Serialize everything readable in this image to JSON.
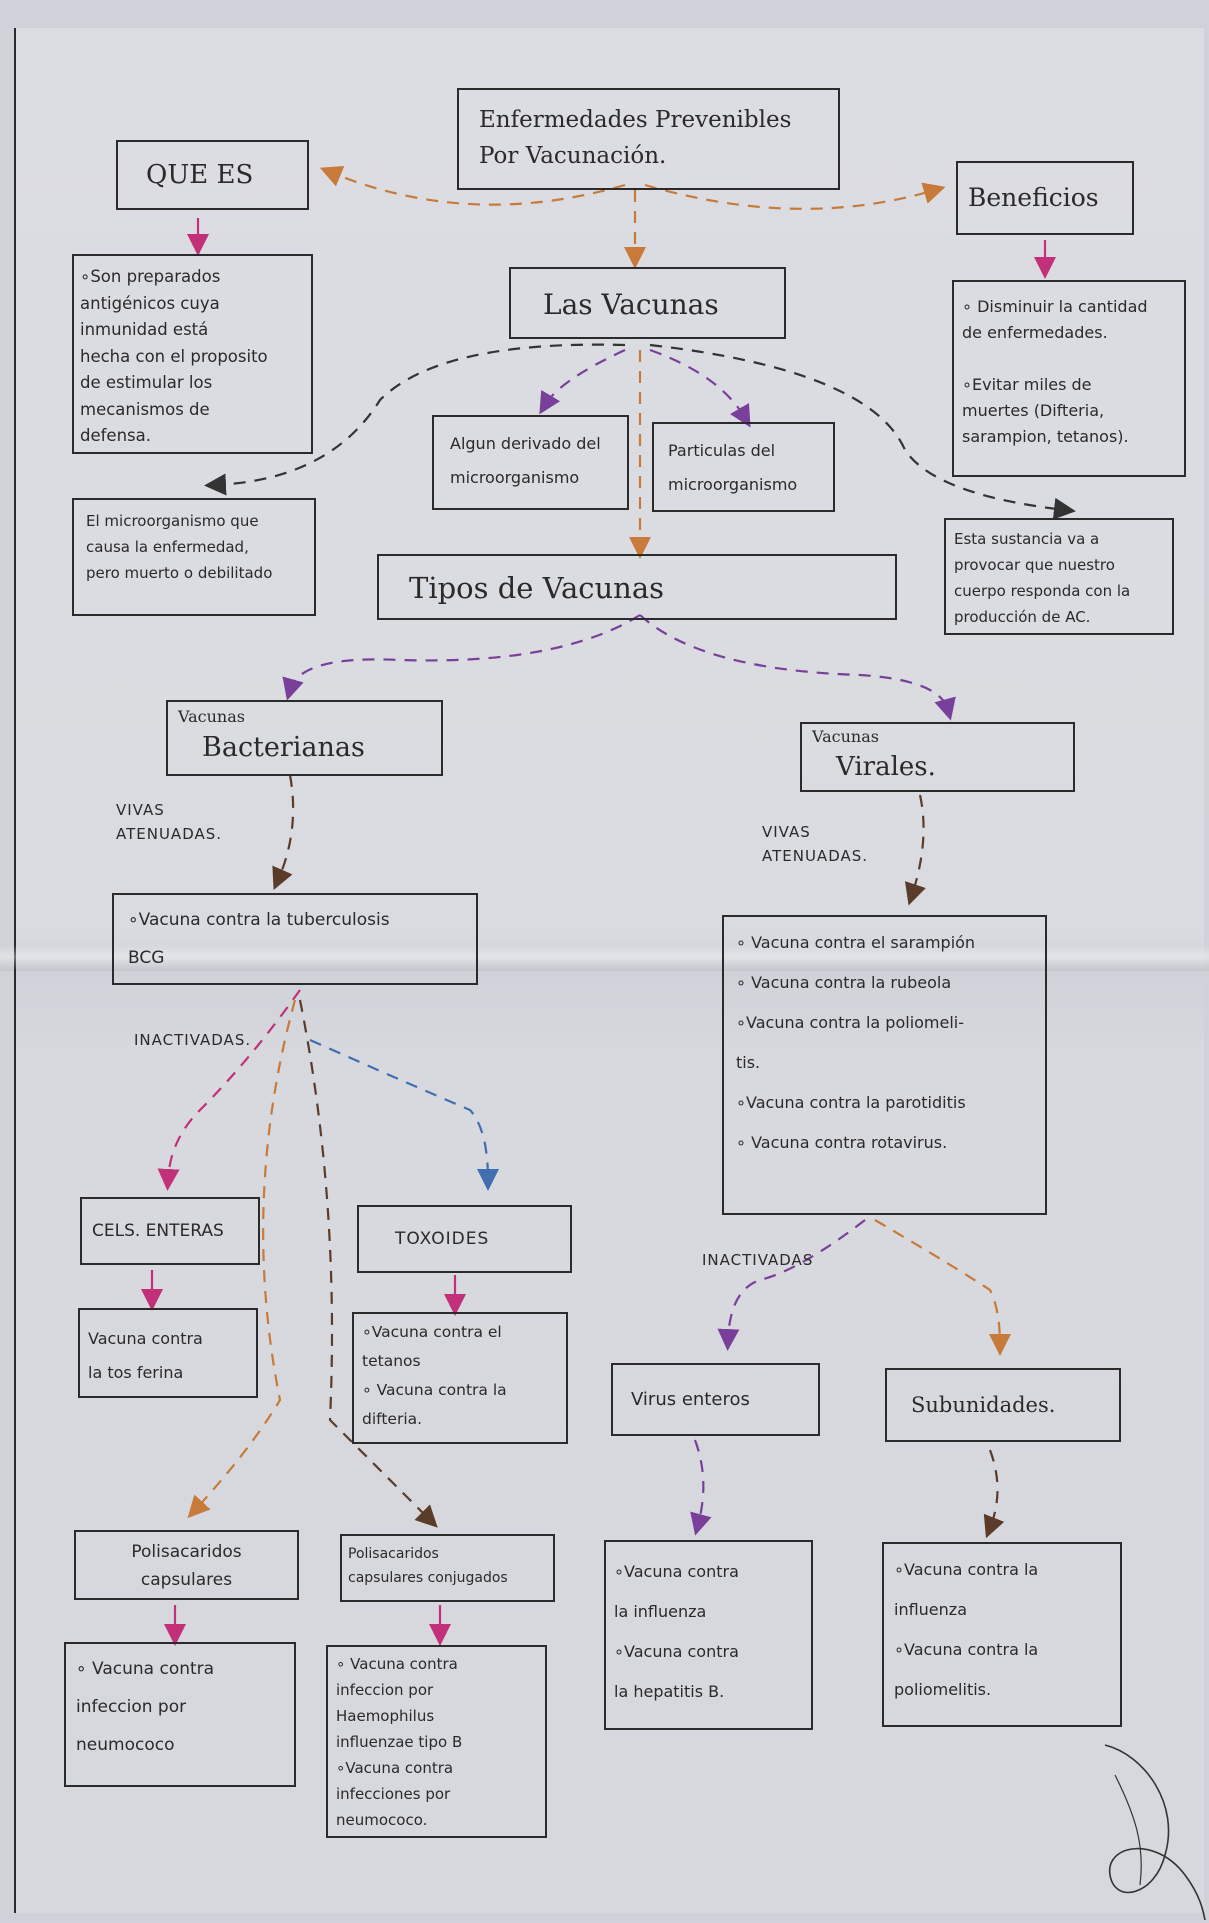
{
  "colors": {
    "orange": "#c77a3a",
    "magenta": "#c2307a",
    "purple": "#7a3f9a",
    "blue": "#3f6fb0",
    "brown": "#5b3b2a"
  },
  "main_title": "Enfermedades Prevenibles\nPor Vacunación.",
  "que_es": {
    "title": "QUE ES",
    "text": "∘Son preparados\nantigénicos cuya\ninmunidad está\nhecha con el proposito\nde estimular los\nmecanismos de\ndefensa."
  },
  "beneficios": {
    "title": "Beneficios",
    "text": "∘ Disminuir la cantidad\nde enfermedades.\n\n∘Evitar miles de\nmuertes (Difteria,\nsarampion, tetanos)."
  },
  "vacunas": {
    "title": "Las Vacunas"
  },
  "algun": "Algun derivado del\nmicroorganismo",
  "particulas": "Particulas del\nmicroorganismo",
  "microorganismo": "El microorganismo que\ncausa la enfermedad,\npero muerto o debilitado",
  "sustancia": "Esta sustancia va a\nprovocar que nuestro\ncuerpo responda con la\nproducción de AC.",
  "tipos": "Tipos de Vacunas",
  "bacterianas": {
    "line1": "Vacunas",
    "line2": "Bacterianas"
  },
  "virales": {
    "line1": "Vacunas",
    "line2": "Virales."
  },
  "vivas_atenuadas_1": "VIVAS\nATENUADAS.",
  "vivas_atenuadas_2": "VIVAS\nATENUADAS.",
  "bcg": "∘Vacuna contra la tuberculosis\n          BCG",
  "virales_list": "∘ Vacuna contra el sarampión\n∘ Vacuna contra la rubeola\n∘Vacuna contra la poliomeli-\ntis.\n∘Vacuna contra la parotiditis\n∘ Vacuna contra rotavirus.",
  "inactivadas_1": "INACTIVADAS.",
  "inactivadas_2": "INACTIVADAS",
  "cels_enteras": "CELS. ENTERAS",
  "toxoides": "TOXOIDES",
  "tos_ferina": "Vacuna contra\nla tos ferina",
  "tetanos": "∘Vacuna contra el\ntetanos\n∘ Vacuna contra la\ndifteria.",
  "virus_enteros": "Virus enteros",
  "subunidades": "Subunidades.",
  "polisacaridos": "Polisacaridos\ncapsulares",
  "polisacaridos_conj": "Polisacaridos\ncapsulares conjugados",
  "neumococo": "∘ Vacuna contra\ninfeccion por\nneumococo",
  "haemophilus": "∘ Vacuna contra\ninfeccion por\nHaemophilus\ninfluenzae tipo B\n∘Vacuna contra\ninfecciones por\nneumococo.",
  "influenza_hep": "∘Vacuna contra\nla influenza\n∘Vacuna contra\nla hepatitis B.",
  "influenza_polio": "∘Vacuna contra la\ninfluenza\n∘Vacuna contra la\npoliomelitis."
}
